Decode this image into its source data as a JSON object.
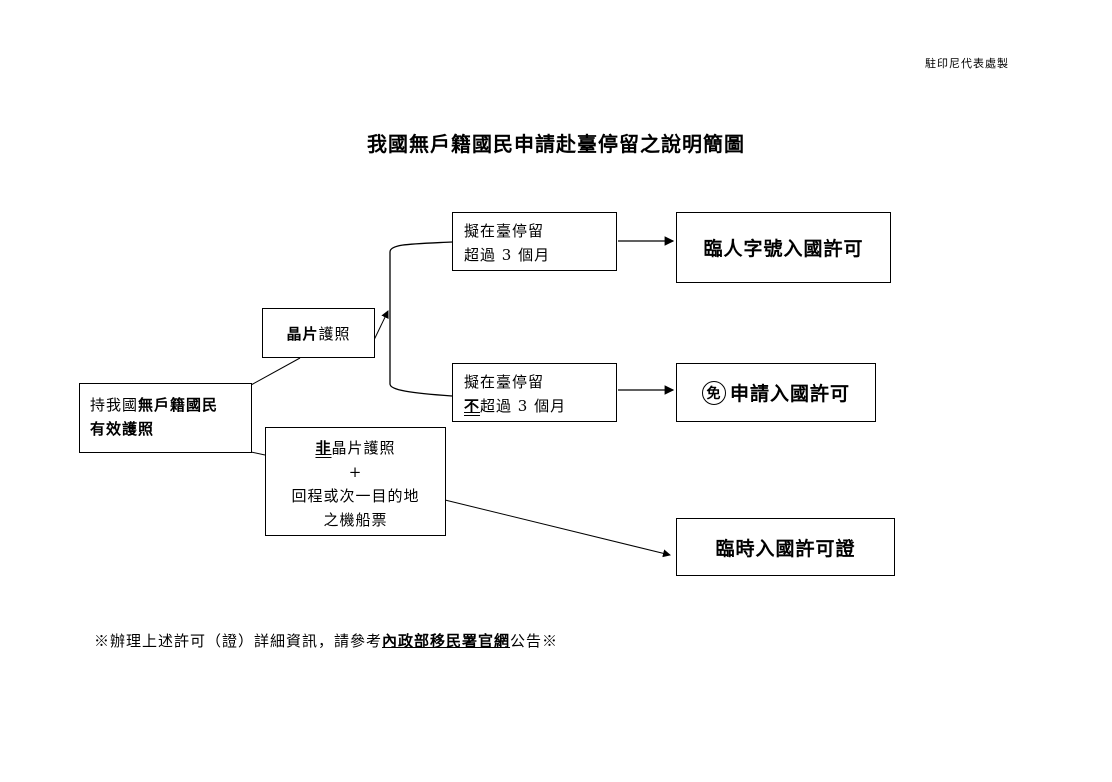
{
  "header": {
    "issuer": "駐印尼代表處製"
  },
  "title": "我國無戶籍國民申請赴臺停留之說明簡圖",
  "root": {
    "line1_normal": "持我國",
    "line1_bold": "無戶籍國民",
    "line2_bold": "有效護照"
  },
  "chip_passport": {
    "bold": "晶片",
    "normal": "護照"
  },
  "non_chip": {
    "bold_underlined": "非",
    "rest": "晶片護照",
    "plus": "+",
    "line3": "回程或次一目的地",
    "line4": "之機船票"
  },
  "cond_over": {
    "line1": "擬在臺停留",
    "line2": "超過 3 個月"
  },
  "cond_under": {
    "line1": "擬在臺停留",
    "line2_emph": "不",
    "line2_rest": "超過 3 個月"
  },
  "results": {
    "over": "臨人字號入國許可",
    "under_badge": "免",
    "under": "申請入國許可",
    "non_chip": "臨時入國許可證"
  },
  "footer": {
    "prefix": "※辦理上述許可（證）詳細資訊，請參考",
    "link": "內政部移民署官網",
    "suffix": "公告※"
  }
}
